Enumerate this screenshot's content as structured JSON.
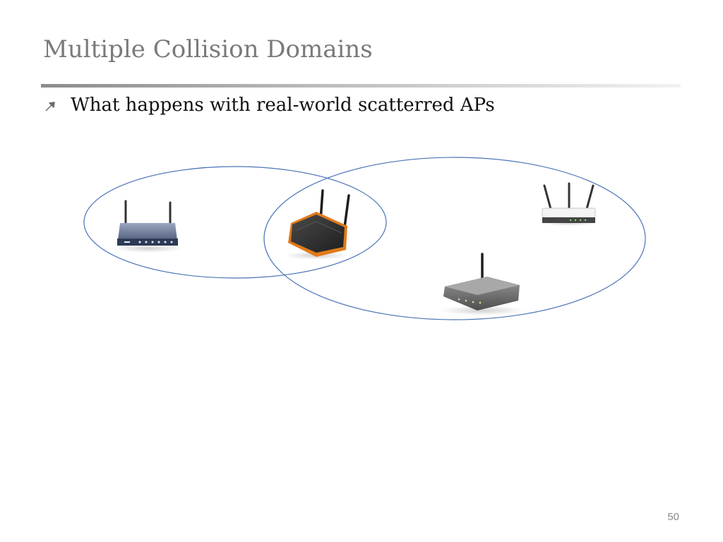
{
  "slide": {
    "title": "Multiple Collision Domains",
    "bullets": [
      {
        "text": "What happens with real-world scatterred APs",
        "icon": "arrow-up-right-icon"
      }
    ],
    "page_number": "50"
  },
  "diagram": {
    "collision_domains": 2,
    "access_points": [
      {
        "name": "ap-router-blue",
        "antennas": 2,
        "color": "#4a5a7a"
      },
      {
        "name": "ap-router-orange",
        "antennas": 2,
        "color": "#e07a1a"
      },
      {
        "name": "ap-router-white",
        "antennas": 3,
        "color": "#f0f0f0"
      },
      {
        "name": "ap-router-grey",
        "antennas": 1,
        "color": "#7a7a7a"
      }
    ],
    "colors": {
      "domain_outline": "#4a74b8",
      "title": "#7a7a7a"
    }
  }
}
